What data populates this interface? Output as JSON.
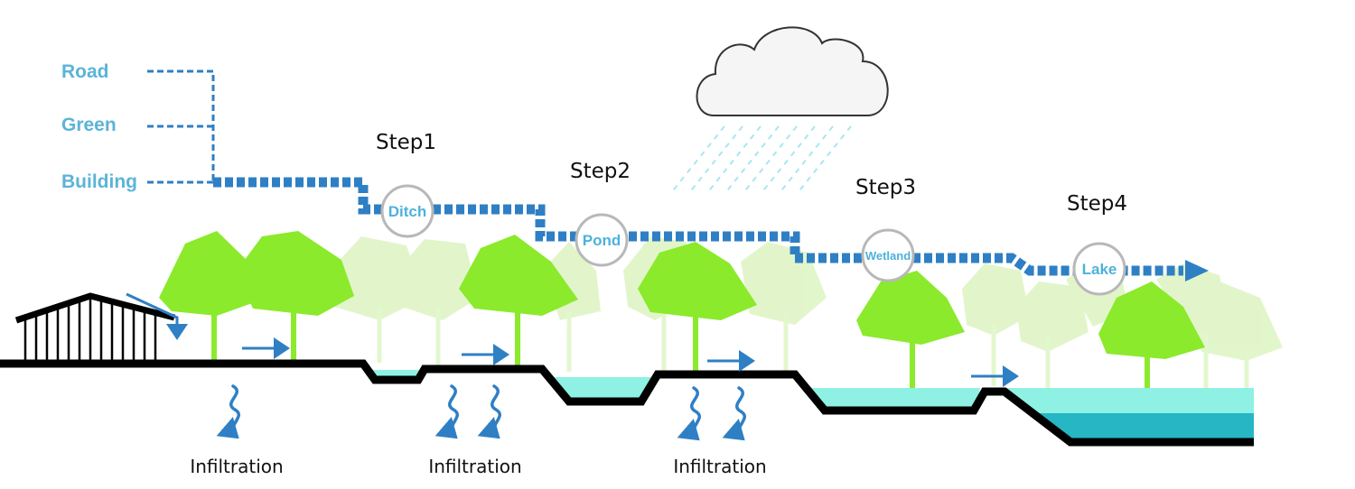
{
  "sources": [
    "Road",
    "Green",
    "Building"
  ],
  "steps": [
    {
      "label": "Step1",
      "node": "Ditch"
    },
    {
      "label": "Step2",
      "node": "Pond"
    },
    {
      "label": "Step3",
      "node": "Wetland"
    },
    {
      "label": "Step4",
      "node": "Lake"
    }
  ],
  "infiltration": [
    "Infiltration",
    "Infiltration",
    "Infiltration"
  ],
  "colors": {
    "flow": "#2f7fc4",
    "label": "#5bb4d8",
    "tree_bright": "#8bea2c",
    "tree_faint": "#dff5c5",
    "water_light": "#8ef1e3",
    "water_deep": "#26b6c4",
    "ground": "#000000",
    "cloud_fill": "#f5f5f5",
    "rain": "#a8e6f2",
    "node_ring": "#b8b8b8"
  },
  "icons": [
    "cloud-icon",
    "rain-icon",
    "house-icon",
    "tree-icon",
    "arrow-icon",
    "wavy-arrow-icon"
  ]
}
